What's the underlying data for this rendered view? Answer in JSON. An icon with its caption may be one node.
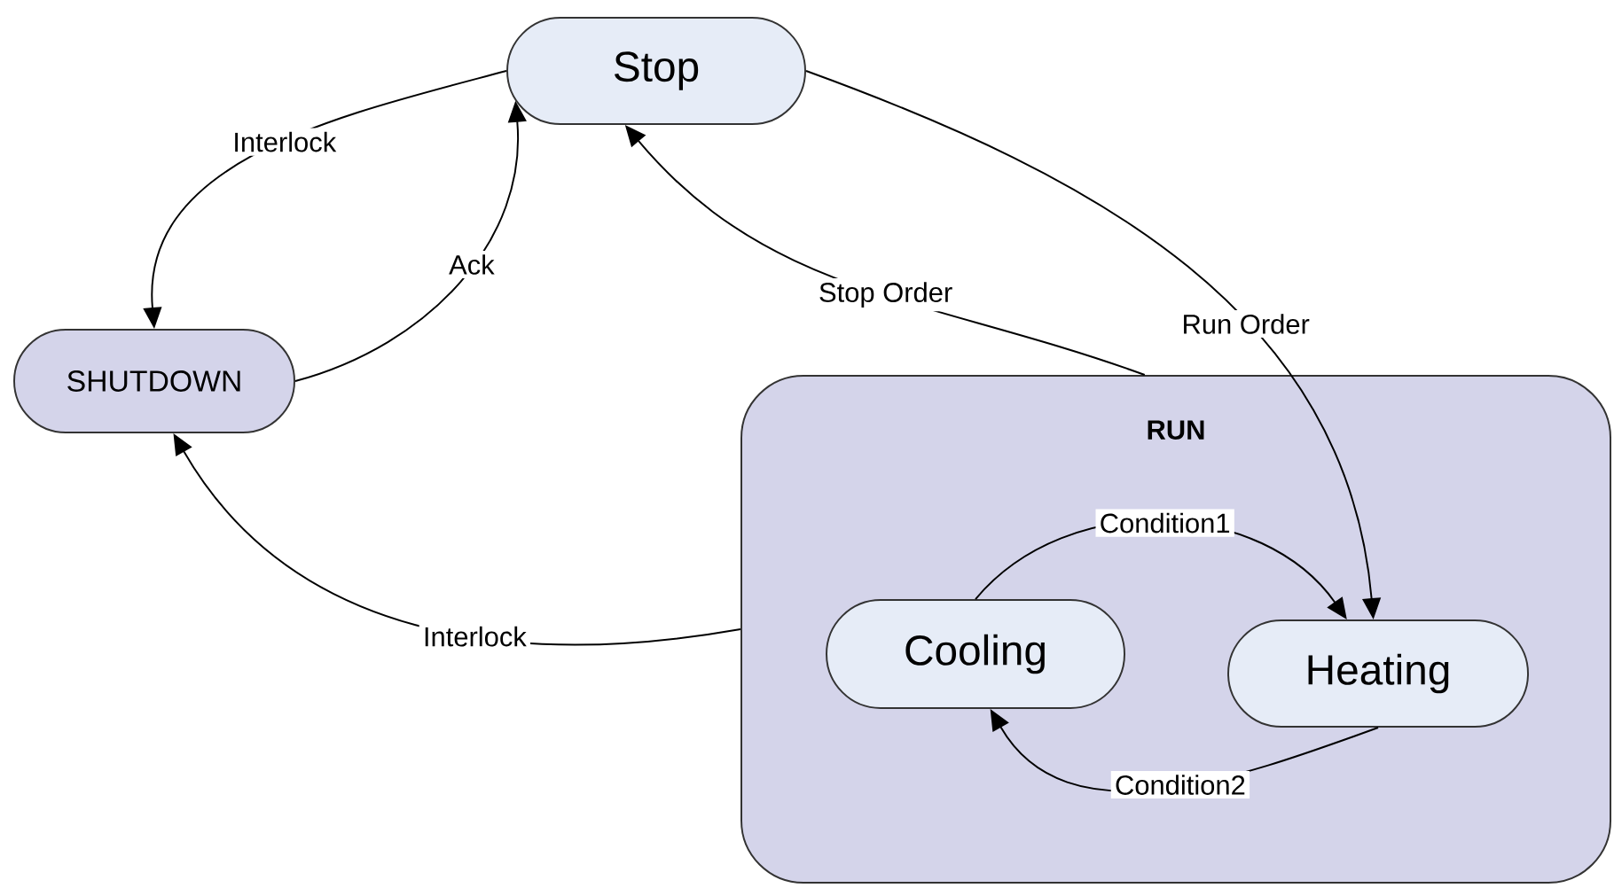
{
  "diagram": {
    "nodes": [
      {
        "text": [
          "Stop"
        ]
      },
      {
        "text": [
          "SHUTDOWN"
        ]
      },
      {
        "text": [
          "RUN"
        ]
      },
      {
        "text": [
          "Cooling"
        ],
        "in": 2
      },
      {
        "text": [
          "Heating"
        ],
        "in": 2
      }
    ],
    "edges": [
      {
        "from": 0,
        "to": 1,
        "arrow": "to",
        "label": "Interlock"
      },
      {
        "from": 1,
        "to": 0,
        "arrow": "to",
        "label": "Ack"
      },
      {
        "from": 2,
        "to": 0,
        "arrow": "to",
        "label": "Stop Order"
      },
      {
        "from": 0,
        "to": 4,
        "arrow": "to",
        "label": "Run Order"
      },
      {
        "from": 2,
        "to": 1,
        "arrow": "to",
        "label": "Interlock"
      },
      {
        "from": 3,
        "to": 4,
        "arrow": "to",
        "label": "Condition1"
      },
      {
        "from": 4,
        "to": 3,
        "arrow": "to",
        "label": "Condition2"
      }
    ]
  }
}
